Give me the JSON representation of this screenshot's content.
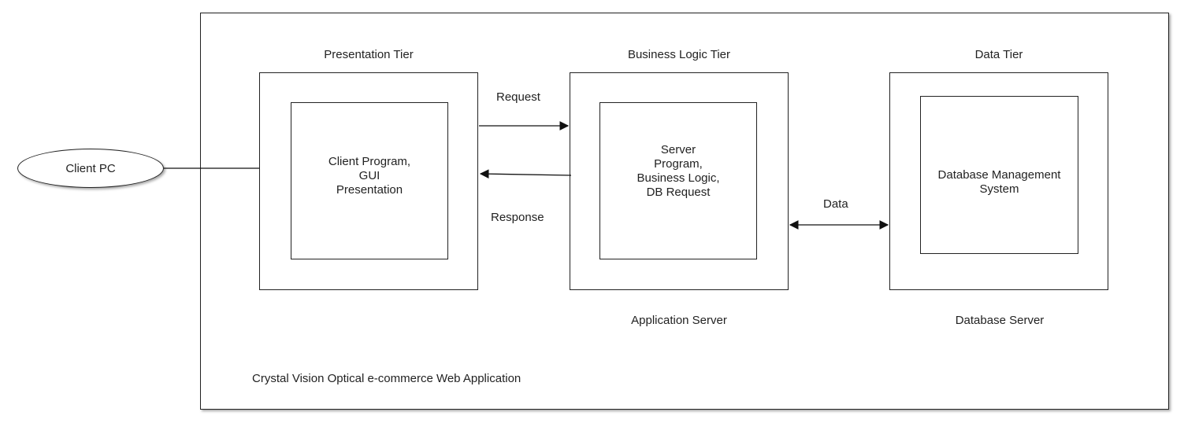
{
  "client": {
    "label": "Client PC"
  },
  "application": {
    "label": "Crystal Vision Optical e-commerce Web Application"
  },
  "tiers": {
    "presentation": {
      "title": "Presentation Tier",
      "inner": "Client Program,\nGUI\nPresentation"
    },
    "business": {
      "title": "Business Logic Tier",
      "inner": "Server\nProgram,\nBusiness Logic,\nDB Request",
      "caption": "Application Server"
    },
    "data": {
      "title": "Data Tier",
      "inner": "Database Management\nSystem",
      "caption": "Database Server"
    }
  },
  "edges": {
    "request": "Request",
    "response": "Response",
    "data": "Data"
  }
}
